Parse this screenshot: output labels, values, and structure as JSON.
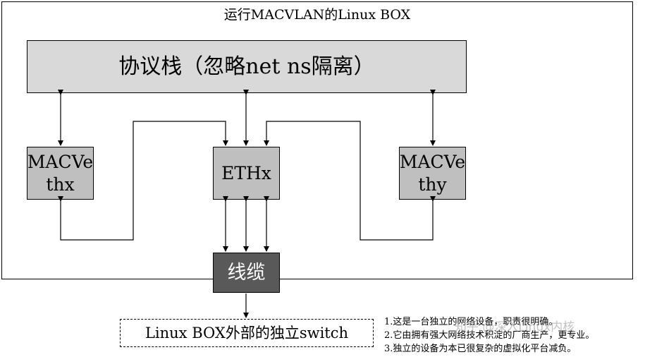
{
  "outer_box": {
    "title": "运行MACVLAN的Linux BOX"
  },
  "protocol_stack": {
    "label": "协议栈（忽略net ns隔离）"
  },
  "devices": {
    "macvethx": {
      "line1": "MACVe",
      "line2": "thx"
    },
    "ethx": {
      "label": "ETHx"
    },
    "macvethy": {
      "line1": "MACVe",
      "line2": "thy"
    }
  },
  "cable": {
    "label": "线缆"
  },
  "external_switch": {
    "label": "Linux BOX外部的独立switch"
  },
  "notes": [
    "1.这是一台独立的网络设备，职责很明确。",
    "2.它由拥有强大网络技术积淀的厂商生产，更专业。",
    "3.独立的设备为本已很复杂的虚拟化平台减负。"
  ],
  "watermark": "知乎 @深入Linux内核",
  "colors": {
    "stack_fill": "#d9d9d9",
    "device_fill": "#bfbfbf",
    "cable_fill": "#595959",
    "line": "#000000"
  }
}
